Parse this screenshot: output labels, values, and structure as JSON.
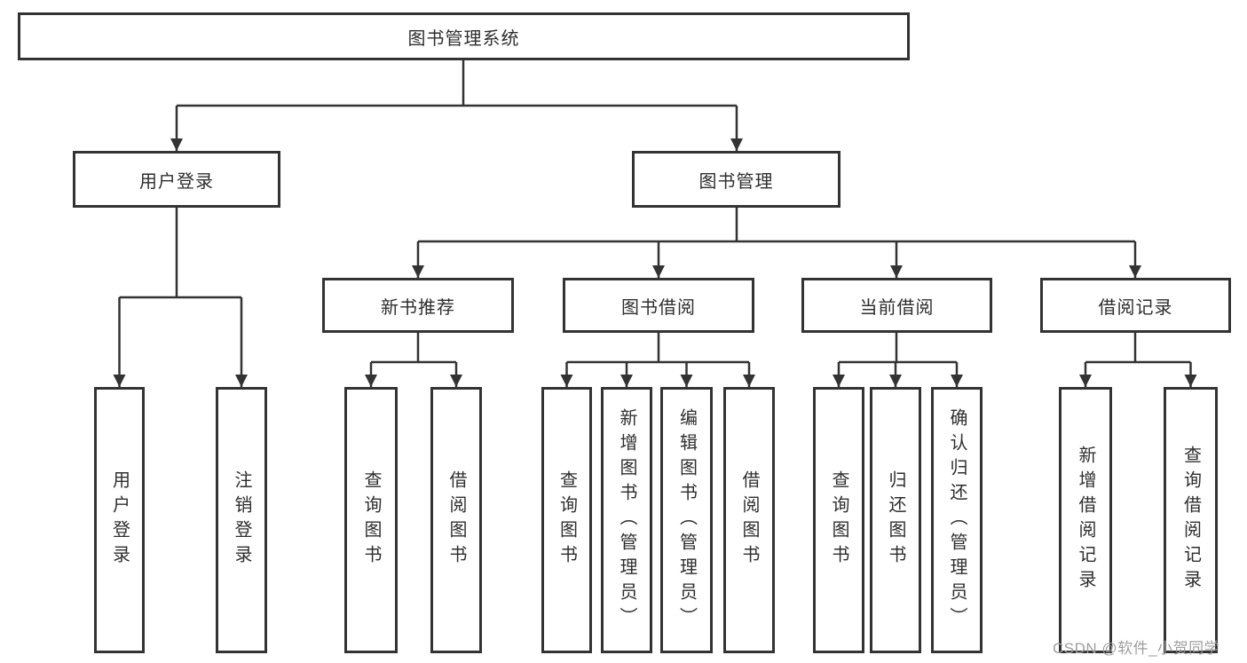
{
  "colors": {
    "line": "#333333",
    "text": "#2e2e2e",
    "box_bg": "#ffffff",
    "background": "#ffffff",
    "watermark": "#9e9e9e"
  },
  "tree": {
    "label": "图书管理系统",
    "children": [
      {
        "label": "用户登录",
        "children": [
          {
            "label": "用户登录"
          },
          {
            "label": "注销登录"
          }
        ]
      },
      {
        "label": "图书管理",
        "children": [
          {
            "label": "新书推荐",
            "children": [
              {
                "label": "查询图书"
              },
              {
                "label": "借阅图书"
              }
            ]
          },
          {
            "label": "图书借阅",
            "children": [
              {
                "label": "查询图书"
              },
              {
                "label": "新增图书（管理员）"
              },
              {
                "label": "编辑图书（管理员）"
              },
              {
                "label": "借阅图书"
              }
            ]
          },
          {
            "label": "当前借阅",
            "children": [
              {
                "label": "查询图书"
              },
              {
                "label": "归还图书"
              },
              {
                "label": "确认归还（管理员）"
              }
            ]
          },
          {
            "label": "借阅记录",
            "children": [
              {
                "label": "新增借阅记录"
              },
              {
                "label": "查询借阅记录"
              }
            ]
          }
        ]
      }
    ]
  },
  "watermark": {
    "text": "CSDN @软件_小贺同学"
  }
}
